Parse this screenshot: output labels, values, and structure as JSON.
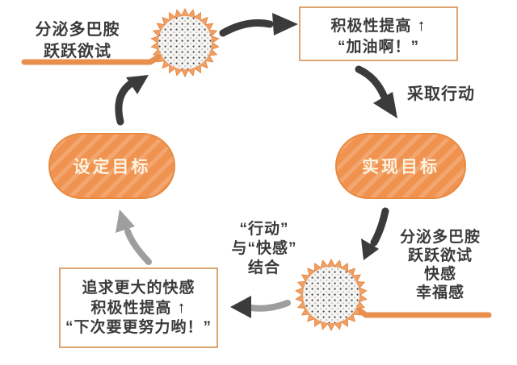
{
  "palette": {
    "orange": "#F09350",
    "orange-burst": "#EFA068",
    "orange-deep": "#E78A40",
    "orange-border": "#DDA571",
    "line-orange": "#E88F4E",
    "stripe": "rgba(255,255,255,0.18)",
    "pill-text": "#FCF3E0",
    "arrow-dark": "#3B3B3B",
    "arrow-gray": "#9E9E9E",
    "text-dark": "#3B3B3B",
    "circle-bg": "#F6F5F2",
    "dot-dark": "#3E4450",
    "dot-light": "#C8C8C4"
  },
  "nodes": {
    "set_goal": {
      "label": "设定目标"
    },
    "achieve_goal": {
      "label": "实现目标"
    }
  },
  "boxes": {
    "cheer": {
      "line1": "积极性提高",
      "arrow": "↑",
      "line2": "“加油啊！”"
    },
    "pursue": {
      "line1": "追求更大的快感",
      "line2": "积极性提高",
      "arrow": "↑",
      "line3": "“下次要更努力哟！”"
    }
  },
  "labels": {
    "dopamine_top": {
      "line1": "分泌多巴胺",
      "line2": "跃跃欲试"
    },
    "take_action": "采取行动",
    "dopamine_bottom": {
      "line1": "分泌多巴胺",
      "line2": "跃跃欲试",
      "line3": "快感",
      "line4": "幸福感"
    },
    "combine": {
      "line1": "“行动”",
      "line2": "与“快感”",
      "line3": "结合"
    }
  }
}
